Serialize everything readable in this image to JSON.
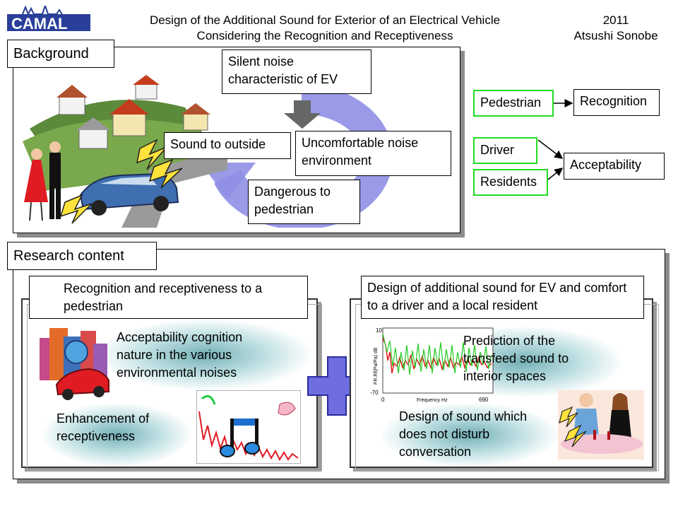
{
  "header": {
    "logo_text": "CAMAL",
    "title_line1": "Design of the Additional Sound for Exterior of an Electrical Vehicle",
    "title_line2": "Considering the Recognition and Receptiveness",
    "year": "2011",
    "author": "Atsushi Sonobe"
  },
  "background": {
    "label": "Background",
    "silent_noise": "Silent noise characteristic of EV",
    "sound_outside": "Sound to outside",
    "uncomfortable": "Uncomfortable noise environment",
    "dangerous": "Dangerous to pedestrian"
  },
  "mapping": {
    "pedestrian": "Pedestrian",
    "recognition": "Recognition",
    "driver": "Driver",
    "residents": "Residents",
    "acceptability": "Acceptability"
  },
  "research": {
    "label": "Research content",
    "left": {
      "title": "Recognition and receptiveness to a pedestrian",
      "acceptability_cognition": "Acceptability cognition nature in the various environmental noises",
      "enhancement": "Enhancement of receptiveness"
    },
    "right": {
      "title": "Design of additional sound for EV  and comfort to a driver and a local resident",
      "prediction": "Prediction of the transfeed sound to interior spaces",
      "design_sound": "Design of sound which does not disturb conversation",
      "graph_ytop": "10",
      "graph_ybottom": "-70",
      "graph_x0": "0",
      "graph_xmax": "690",
      "graph_xlabel": "Frequency  Hz",
      "graph_ylabel": "FR.Rf(Pa/Pa)  dB"
    }
  },
  "colors": {
    "green_border": "#22dd22",
    "arrow_blue": "#8f8fe6",
    "plus_blue": "#6e6ee0",
    "glow_teal": "#1f7f88"
  }
}
